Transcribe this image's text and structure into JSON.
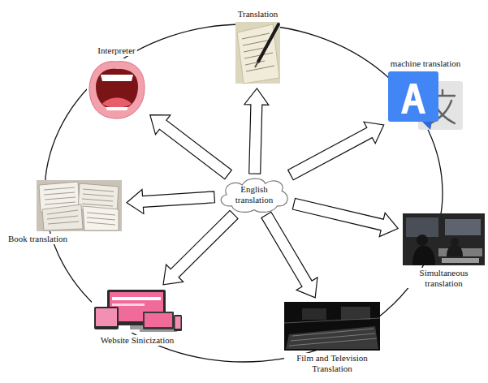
{
  "diagram": {
    "nodes": [
      {
        "text": [
          "English translation"
        ]
      },
      {
        "text": [
          "Translation"
        ]
      },
      {
        "text": [
          "machine translation"
        ]
      },
      {
        "text": [
          "Simultaneous translation"
        ]
      },
      {
        "text": [
          "Film and Television Translation"
        ]
      },
      {
        "text": [
          "Website Sinicization"
        ]
      },
      {
        "text": [
          "Book translation"
        ]
      },
      {
        "text": [
          "Interpreter"
        ]
      }
    ],
    "edges": [
      {
        "from": 0,
        "to": 1,
        "arrow": "to"
      },
      {
        "from": 0,
        "to": 2,
        "arrow": "to"
      },
      {
        "from": 0,
        "to": 3,
        "arrow": "to"
      },
      {
        "from": 0,
        "to": 4,
        "arrow": "to"
      },
      {
        "from": 0,
        "to": 5,
        "arrow": "to"
      },
      {
        "from": 0,
        "to": 6,
        "arrow": "to"
      },
      {
        "from": 0,
        "to": 7,
        "arrow": "to"
      }
    ]
  }
}
